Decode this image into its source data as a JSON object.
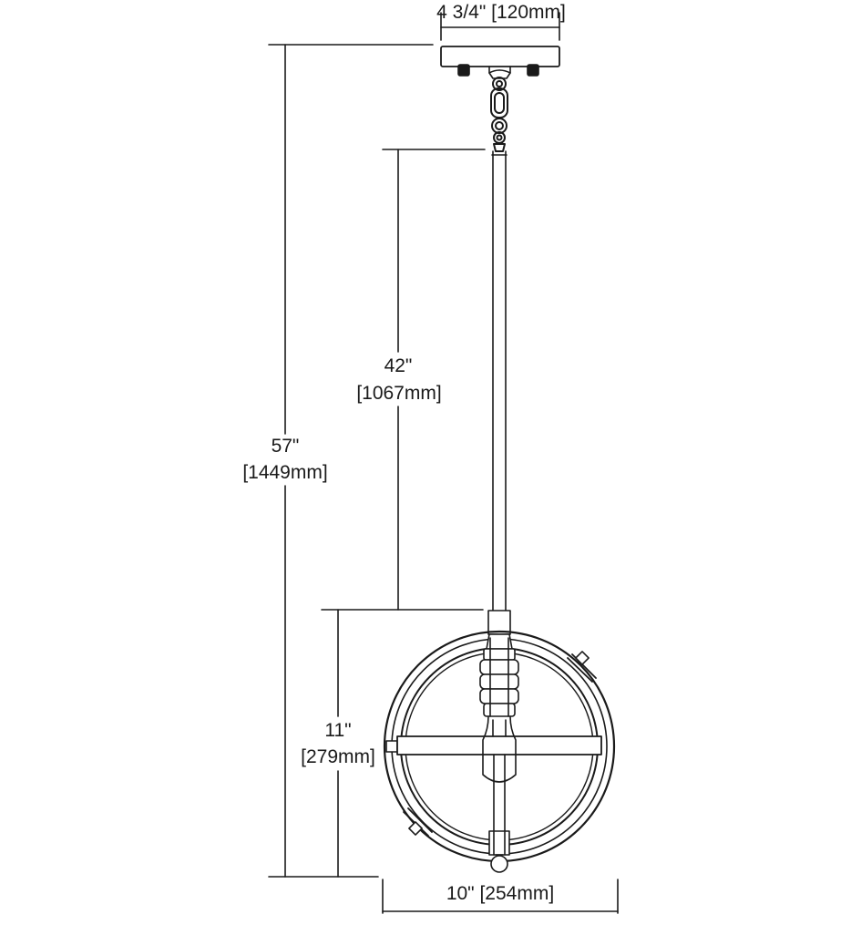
{
  "dimensions": {
    "canopy_width": "4 3/4\" [120mm]",
    "overall_height_in": "57\"",
    "overall_height_mm": "[1449mm]",
    "rod_height_in": "42\"",
    "rod_height_mm": "[1067mm]",
    "fixture_height_in": "11\"",
    "fixture_height_mm": "[279mm]",
    "fixture_width": "10\" [254mm]"
  },
  "colors": {
    "line": "#1a1a1a",
    "background": "#ffffff"
  }
}
